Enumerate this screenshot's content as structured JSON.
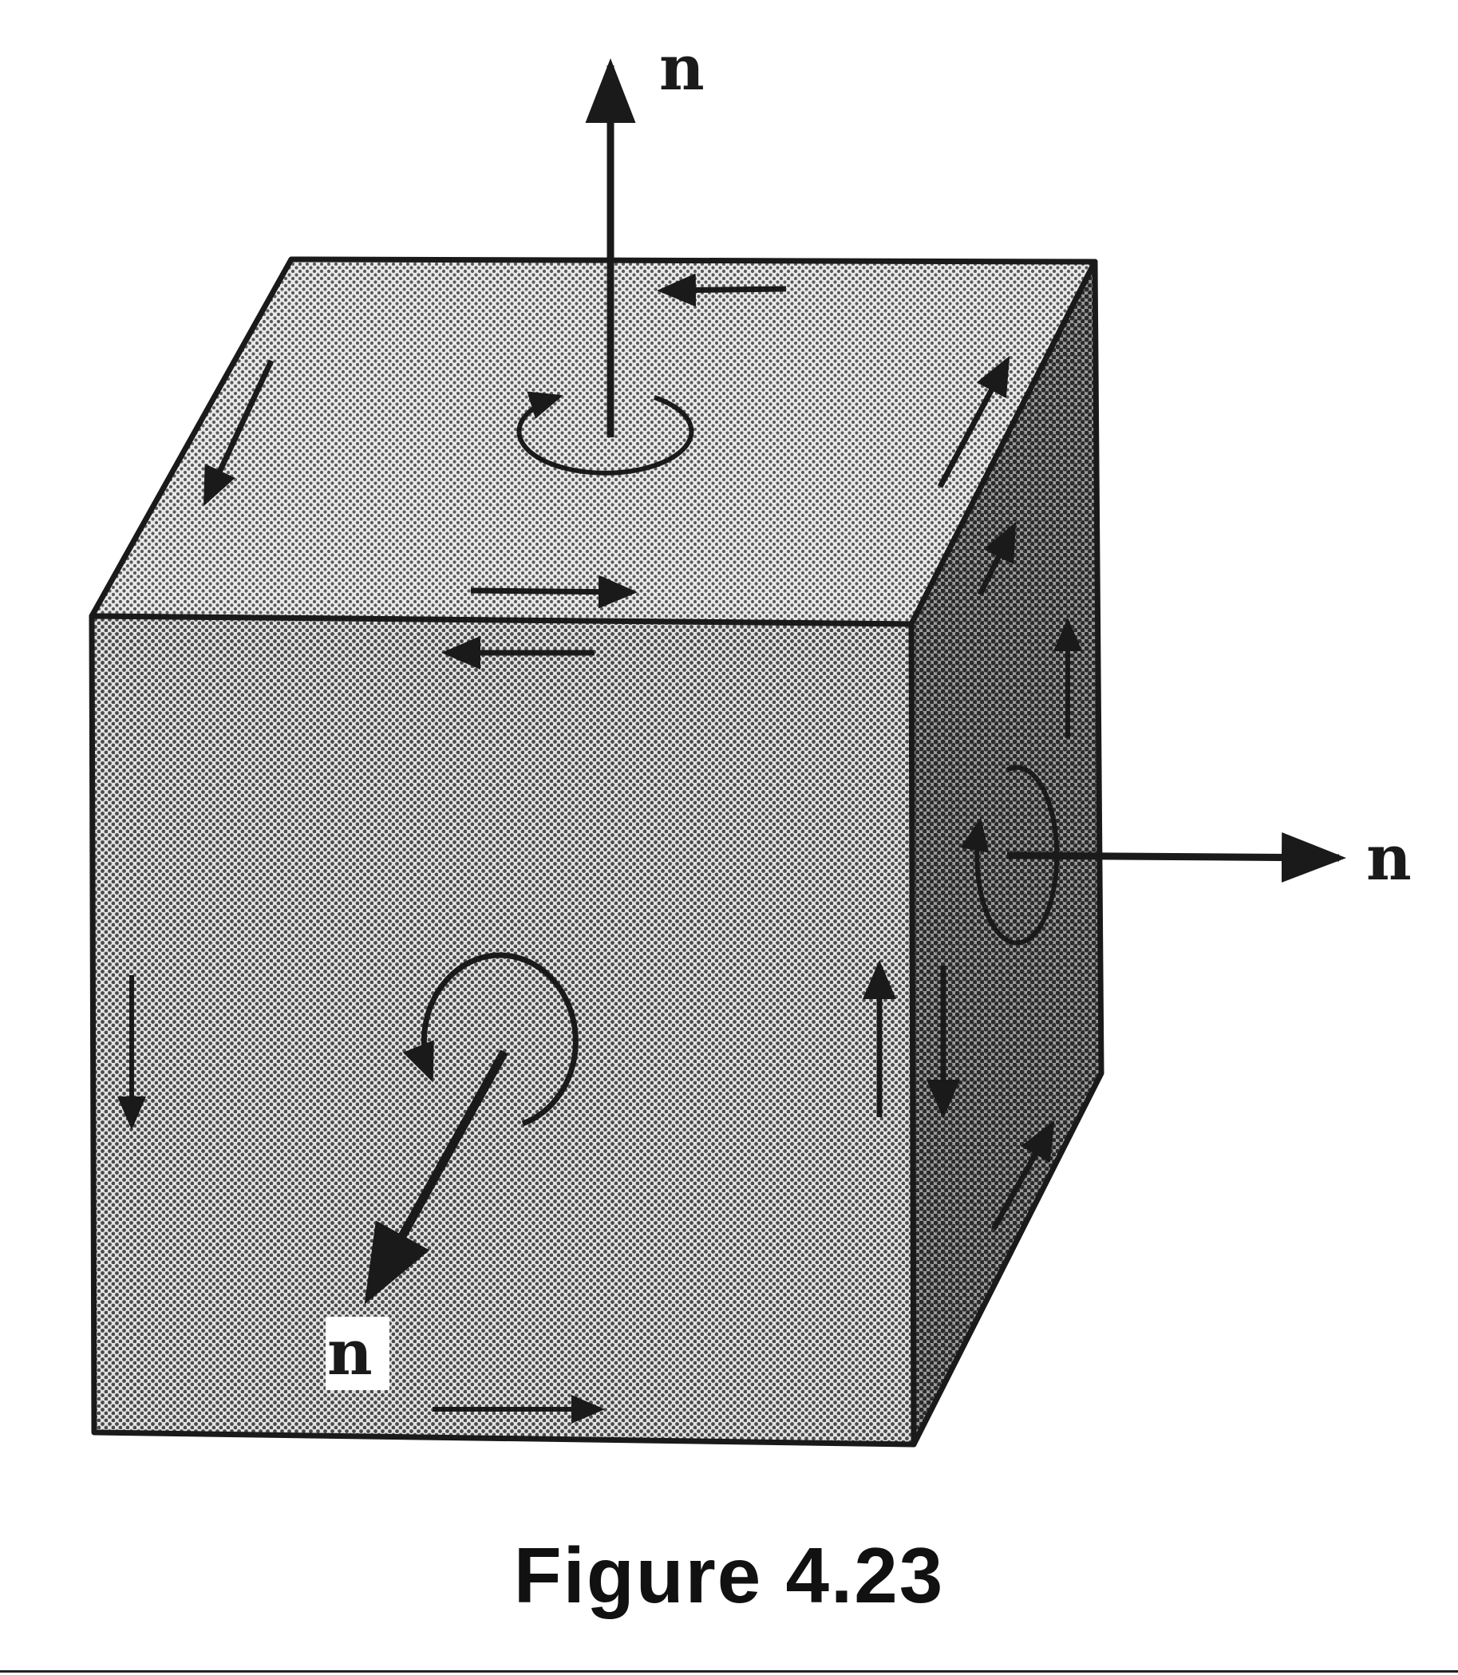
{
  "figure": {
    "caption": "Figure 4.23",
    "normal_label_top": "n",
    "normal_label_right": "n",
    "normal_label_front": "n",
    "colors": {
      "ink": "#1a1a1a",
      "top_face": "#cfcfcf",
      "front_face": "#c4c4c4",
      "side_face": "#8e8e8e",
      "background": "#ffffff"
    },
    "icons": [
      "normal-arrow-icon",
      "circulation-arrow-icon",
      "edge-arrow-icon"
    ]
  }
}
